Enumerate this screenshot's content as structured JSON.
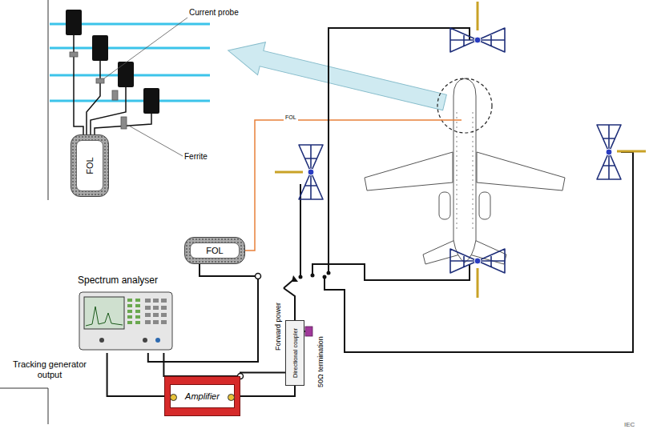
{
  "diagram": {
    "nodes": [
      {
        "text": [
          "FOL"
        ]
      },
      {
        "text": [
          "FOL"
        ]
      },
      {
        "text": [
          "Spectrum analyser"
        ]
      },
      {
        "text": [
          "Directional coupler"
        ]
      },
      {
        "text": [
          "Amplifier"
        ]
      }
    ],
    "edges": [
      {
        "from": 1,
        "to": 2,
        "arrow": "none"
      },
      {
        "from": 3,
        "to": 2,
        "arrow": "none"
      },
      {
        "from": 2,
        "to": 4,
        "arrow": "none"
      },
      {
        "from": 4,
        "to": 3,
        "arrow": "none"
      }
    ],
    "labels": [
      "Current probe",
      "Ferrite",
      "FOL",
      "Tracking generator output",
      "Forward power",
      "50Ω termination",
      "IEC"
    ]
  }
}
